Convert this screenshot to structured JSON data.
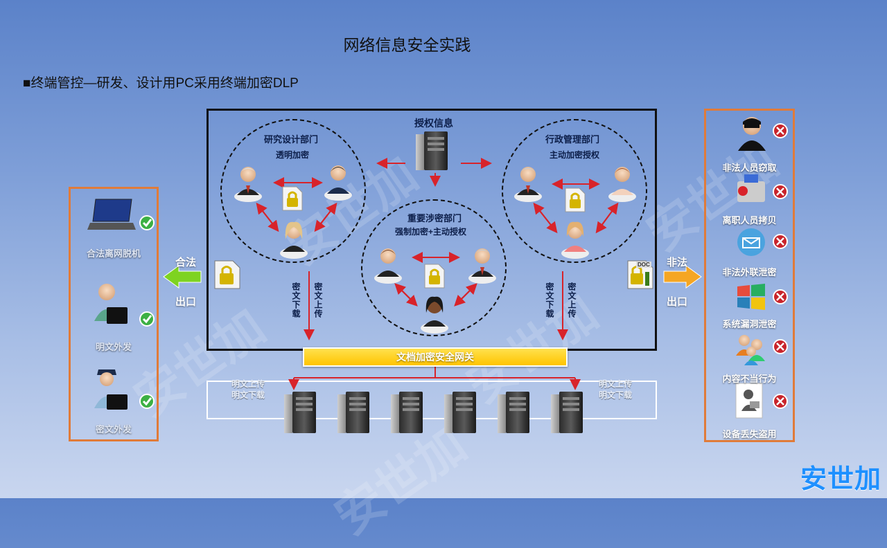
{
  "page": {
    "title": "网络信息安全实践",
    "subtitle": "■终端管控—研发、设计用PC采用终端加密DLP",
    "watermark": "安世加",
    "brand": "安世加"
  },
  "center": {
    "auth_info": "授权信息",
    "dept_rd": {
      "name": "研究设计部门",
      "mode": "透明加密"
    },
    "dept_admin": {
      "name": "行政管理部门",
      "mode": "主动加密授权"
    },
    "dept_key": {
      "name": "重要涉密部门",
      "mode": "强制加密+主动授权"
    },
    "left_down": "密文下载",
    "left_up": "密文上传",
    "right_down": "密文下载",
    "right_up": "密文上传",
    "gateway": "文档加密安全网关",
    "plain_left": [
      "明文上传",
      "明文下载"
    ],
    "plain_right": [
      "明文上传",
      "明文下载"
    ],
    "server_count": 6,
    "doc_tag": "DOC"
  },
  "left_panel": {
    "legal": "合法",
    "exit": "出口",
    "items": [
      {
        "label": "合法离网脱机",
        "icon": "laptop-icon"
      },
      {
        "label": "明文外发",
        "icon": "businessman-icon"
      },
      {
        "label": "密文外发",
        "icon": "officer-icon"
      }
    ]
  },
  "right_panel": {
    "illegal": "非法",
    "exit": "出口",
    "items": [
      {
        "label": "非法人员窃取",
        "icon": "thief-icon"
      },
      {
        "label": "离职人员拷贝",
        "icon": "usb-copy-icon"
      },
      {
        "label": "非法外联泄密",
        "icon": "mail-globe-icon"
      },
      {
        "label": "系统漏洞泄密",
        "icon": "windows-icon"
      },
      {
        "label": "内容不当行为",
        "icon": "users-icon"
      },
      {
        "label": "设备丢失盗用",
        "icon": "stolen-device-icon"
      }
    ]
  },
  "colors": {
    "arrow": "#d8232a",
    "ok": "#3cb043",
    "bad": "#c8232a",
    "gateway": "#ffcc00",
    "orange_border": "#e07b39",
    "legal_arrow": "#7ed321",
    "illegal_arrow": "#f5a623"
  }
}
